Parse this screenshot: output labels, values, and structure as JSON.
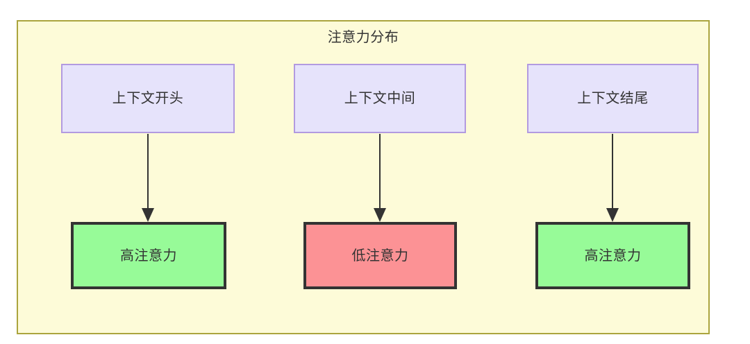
{
  "diagram": {
    "type": "flowchart",
    "title": "注意力分布",
    "container": {
      "label": "注意力分布",
      "fill_color": "#fdfbd8",
      "border_color": "#aba43d"
    },
    "colors": {
      "context_fill": "#e6e3fb",
      "context_border": "#b29ae0",
      "high_attention_fill": "#97fb98",
      "low_attention_fill": "#fc9295",
      "node_border": "#333333",
      "edge": "#333333",
      "text": "#333333"
    },
    "context_nodes": [
      {
        "id": "ctx-start",
        "label": "上下文开头"
      },
      {
        "id": "ctx-middle",
        "label": "上下文中间"
      },
      {
        "id": "ctx-end",
        "label": "上下文结尾"
      }
    ],
    "attention_nodes": [
      {
        "id": "attn-1",
        "label": "高注意力",
        "level": "high"
      },
      {
        "id": "attn-2",
        "label": "低注意力",
        "level": "low"
      },
      {
        "id": "attn-3",
        "label": "高注意力",
        "level": "high"
      }
    ],
    "edges": [
      {
        "from": "ctx-start",
        "to": "attn-1",
        "label": ""
      },
      {
        "from": "ctx-middle",
        "to": "attn-2",
        "label": ""
      },
      {
        "from": "ctx-end",
        "to": "attn-3",
        "label": ""
      }
    ]
  }
}
